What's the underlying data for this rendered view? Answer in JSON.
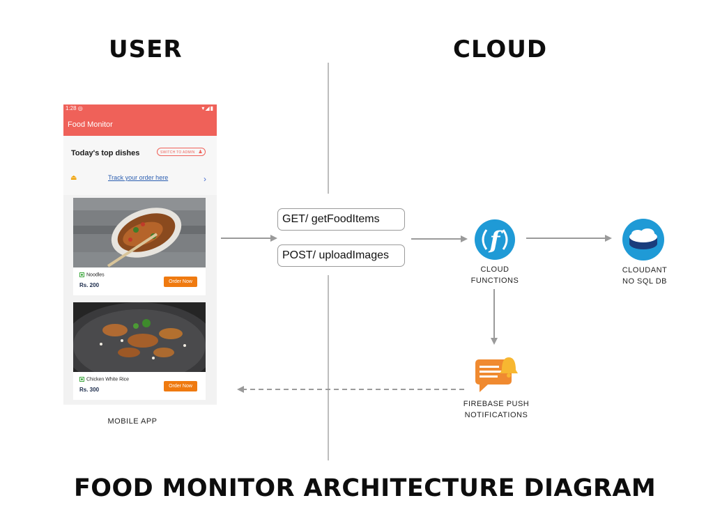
{
  "headings": {
    "user": "USER",
    "cloud": "CLOUD"
  },
  "phone": {
    "status_time": "1:28",
    "app_title": "Food Monitor",
    "section_title": "Today's top dishes",
    "switch_button": "SWITCH TO ADMIN",
    "track_link": "Track your order here",
    "items": [
      {
        "name": "Noodles",
        "price": "Rs. 200",
        "button": "Order Now"
      },
      {
        "name": "Chicken White Rice",
        "price": "Rs. 300",
        "button": "Order Now"
      }
    ]
  },
  "labels": {
    "mobile_app": "MOBILE APP",
    "cloud_functions_1": "CLOUD",
    "cloud_functions_2": "FUNCTIONS",
    "cloudant_1": "CLOUDANT",
    "cloudant_2": "NO SQL DB",
    "firebase_1": "FIREBASE PUSH",
    "firebase_2": "NOTIFICATIONS"
  },
  "api": {
    "get_method": "GET/",
    "get_endpoint": "getFoodItems",
    "post_method": "POST/",
    "post_endpoint": "uploadImages"
  },
  "title": "FOOD MONITOR ARCHITECTURE DIAGRAM",
  "colors": {
    "app_red": "#ef6159",
    "order_orange": "#ef7a10",
    "functions_blue": "#1f9ad6",
    "cloudant_blue": "#1a3d7c",
    "arrow_gray": "#9a9a9a"
  }
}
